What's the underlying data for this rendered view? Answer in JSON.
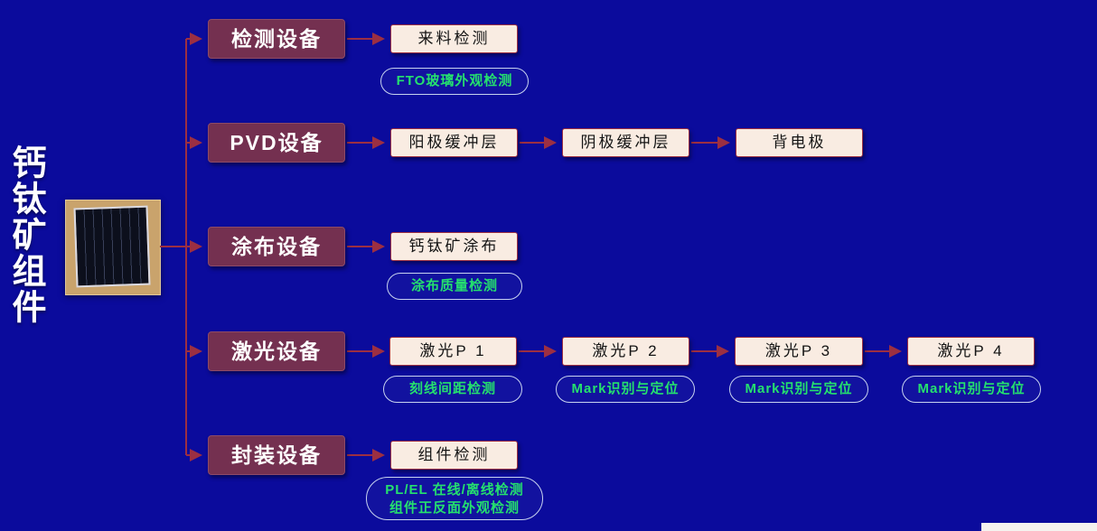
{
  "title": {
    "vertical_text": "钙钛矿组件"
  },
  "colors": {
    "background": "#0b0b9c",
    "category_box": "#743050",
    "process_box_bg": "#f9ece2",
    "process_box_border": "#9c2f42",
    "arrow": "#9c2f42",
    "badge_text": "#25e06e",
    "badge_border": "#c7d2ef",
    "title_text": "#ffffff"
  },
  "rows": [
    {
      "category": "检测设备",
      "columns": [
        {
          "process": "来料检测",
          "badge": "FTO玻璃外观检测"
        }
      ]
    },
    {
      "category": "PVD设备",
      "columns": [
        {
          "process": "阳极缓冲层"
        },
        {
          "process": "阴极缓冲层"
        },
        {
          "process": "背电极"
        }
      ]
    },
    {
      "category": "涂布设备",
      "columns": [
        {
          "process": "钙钛矿涂布",
          "badge": "涂布质量检测"
        }
      ]
    },
    {
      "category": "激光设备",
      "columns": [
        {
          "process": "激光P 1",
          "badge": "刻线间距检测"
        },
        {
          "process": "激光P 2",
          "badge": "Mark识别与定位"
        },
        {
          "process": "激光P 3",
          "badge": "Mark识别与定位"
        },
        {
          "process": "激光P 4",
          "badge": "Mark识别与定位"
        }
      ]
    },
    {
      "category": "封装设备",
      "columns": [
        {
          "process": "组件检测",
          "badge_line1": "PL/EL 在线/离线检测",
          "badge_line2": "组件正反面外观检测"
        }
      ]
    }
  ]
}
